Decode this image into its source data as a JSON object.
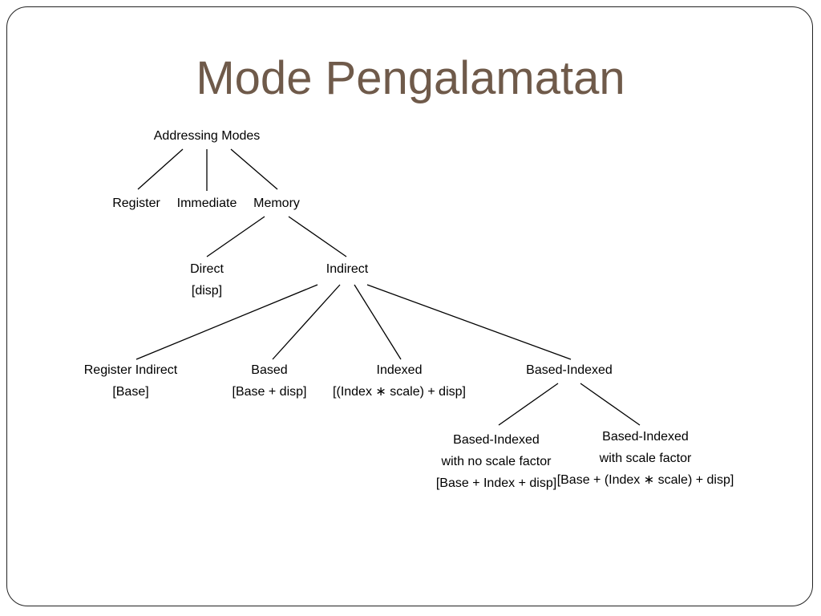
{
  "slide": {
    "title": "Mode Pengalamatan"
  },
  "tree": {
    "root": "Addressing Modes",
    "register": "Register",
    "immediate": "Immediate",
    "memory": "Memory",
    "direct": [
      "Direct",
      "[disp]"
    ],
    "indirect": "Indirect",
    "register_indirect": [
      "Register Indirect",
      "[Base]"
    ],
    "based": [
      "Based",
      "[Base + disp]"
    ],
    "indexed": [
      "Indexed",
      "[(Index ∗ scale) + disp]"
    ],
    "based_indexed": "Based-Indexed",
    "based_indexed_no_scale": [
      "Based-Indexed",
      "with no scale factor",
      "[Base + Index + disp]"
    ],
    "based_indexed_scale": [
      "Based-Indexed",
      "with scale factor",
      "[Base + (Index ∗ scale) + disp]"
    ]
  },
  "colors": {
    "title": "#6f5a4a",
    "text": "#000000",
    "frame": "#222222"
  }
}
